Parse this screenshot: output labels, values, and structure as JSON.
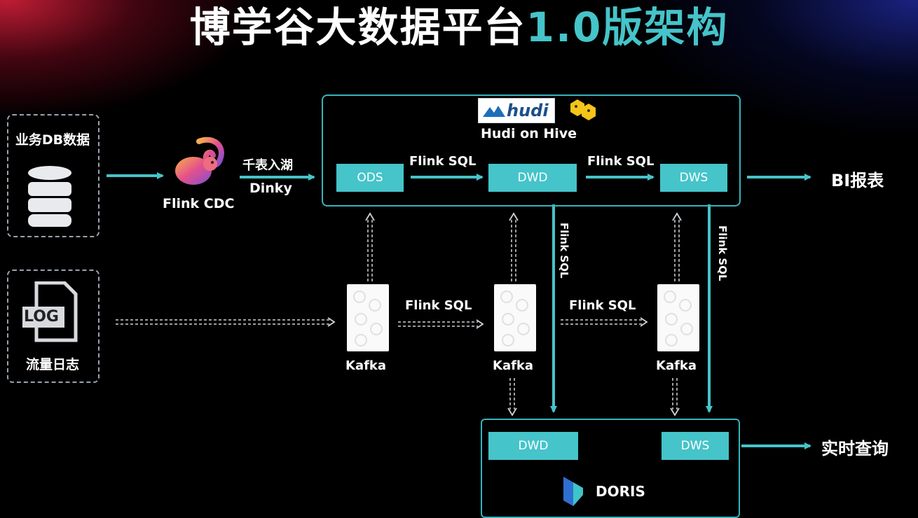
{
  "title": {
    "main": "博学谷大数据平台",
    "version": "1.0版架构"
  },
  "sources": {
    "db": {
      "label": "业务DB数据"
    },
    "log": {
      "label": "流量日志",
      "icon_text": "LOG"
    }
  },
  "flink_cdc": {
    "label": "Flink CDC"
  },
  "ingest": {
    "line1": "千表入湖",
    "line2": "Dinky"
  },
  "hudi": {
    "logo_text": "hudi",
    "label": "Hudi on Hive"
  },
  "layers": {
    "ods": "ODS",
    "dwd": "DWD",
    "dws": "DWS"
  },
  "flink_sql": "Flink SQL",
  "kafka": "Kafka",
  "outputs": {
    "bi": "BI报表",
    "realtime": "实时查询"
  },
  "doris": {
    "dwd": "DWD",
    "dws": "DWS",
    "label": "DORIS"
  },
  "colors": {
    "accent": "#45c4c9",
    "border": "#36b3bd",
    "title_accent": "#45c4c9"
  },
  "icons": [
    "database-icon",
    "log-file-icon",
    "flink-squirrel-icon",
    "hudi-logo",
    "hive-bee-icon",
    "doris-logo-icon",
    "kafka-icon"
  ]
}
